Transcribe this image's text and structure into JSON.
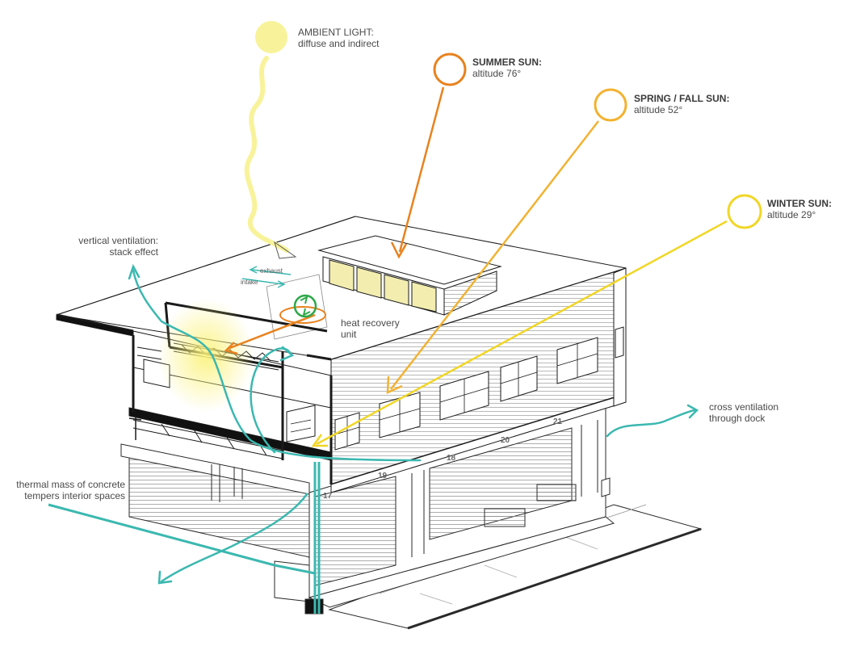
{
  "colors": {
    "ambient": "#f6f3a0",
    "summer": "#e8821e",
    "spring_fall": "#f2b230",
    "winter": "#f1d626",
    "ventilation": "#3bb8b0",
    "heat_recovery": "#2fa84a",
    "line": "#1a1a1a"
  },
  "labels": {
    "ambient": {
      "title": "AMBIENT LIGHT:",
      "detail": "diffuse and indirect"
    },
    "summer": {
      "title": "SUMMER SUN:",
      "detail": "altitude 76°"
    },
    "spring_fall": {
      "title": "SPRING / FALL SUN:",
      "detail": "altitude 52°"
    },
    "winter": {
      "title": "WINTER SUN:",
      "detail": "altitude 29°"
    },
    "stack": {
      "line1": "vertical ventilation:",
      "line2": "stack effect"
    },
    "heat_recovery": {
      "line1": "heat recovery",
      "line2": "unit"
    },
    "exhaust": "exhaust",
    "intake": "intake",
    "cross_vent": {
      "line1": "cross ventilation",
      "line2": "through dock"
    },
    "thermal": {
      "line1": "thermal mass of concrete",
      "line2": "tempers interior spaces"
    }
  },
  "bay_numbers": [
    "17",
    "19",
    "18",
    "20",
    "21"
  ]
}
